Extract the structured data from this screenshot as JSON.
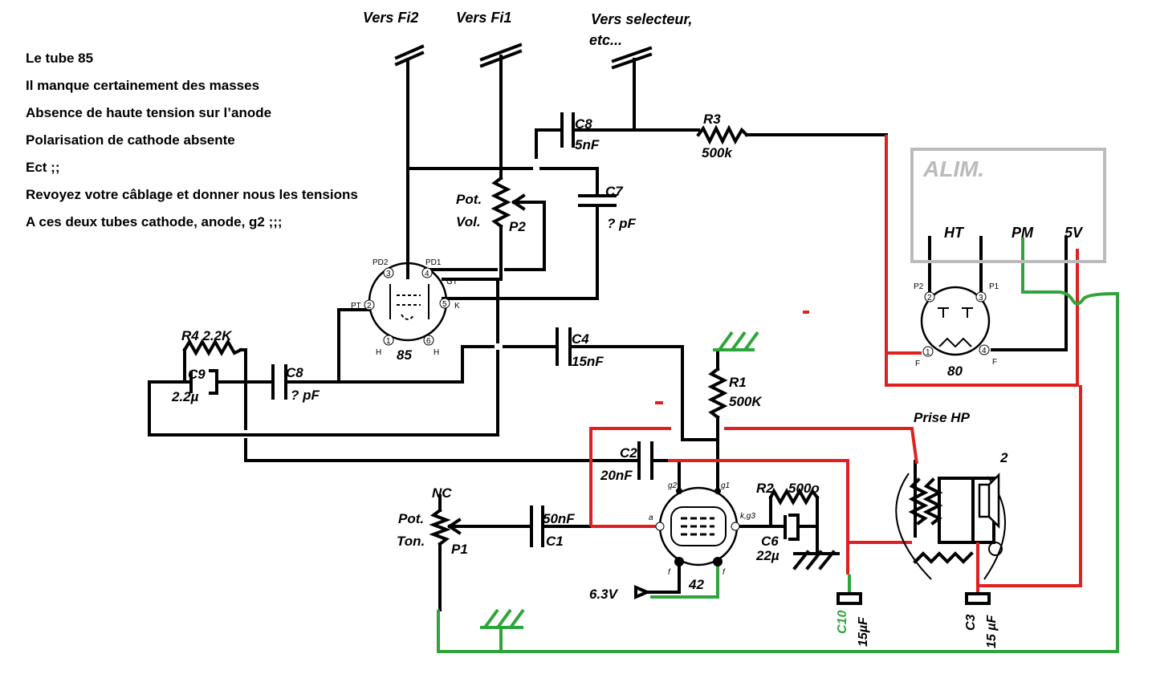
{
  "notes": [
    "Le tube 85",
    "Il manque certainement des masses",
    "Absence de haute tension sur l’anode",
    "Polarisation de cathode absente",
    "Ect ;;",
    "Revoyez votre câblage et donner nous les tensions",
    "A ces deux tubes cathode, anode, g2 ;;;"
  ],
  "colors": {
    "ink": "#000000",
    "wire_red": "#e02020",
    "wire_green": "#2ea53b",
    "box_grey": "#bbbbbb"
  },
  "labels": {
    "vers_fi2": "Vers Fi2",
    "vers_fi1": "Vers Fi1",
    "vers_selecteur": "Vers selecteur,",
    "etc": "etc...",
    "c8_top_name": "C8",
    "c8_top_value": "5nF",
    "r3_name": "R3",
    "r3_value": "500k",
    "alim": "ALIM.",
    "ht": "HT",
    "pm": "PM",
    "v5": "5V",
    "pot_vol_1": "Pot.",
    "pot_vol_2": "Vol.",
    "p2": "P2",
    "c7_name": "C7",
    "c7_value": "? pF",
    "tube85": "85",
    "tube80": "80",
    "r4": "R4 2.2K",
    "c9_name": "C9",
    "c9_value": "2.2µ",
    "c8_left_name": "C8",
    "c8_left_value": "? pF",
    "c4_name": "C4",
    "c4_value": "15nF",
    "r1_name": "R1",
    "r1_value": "500K",
    "prise_hp": "Prise HP",
    "c2_name": "C2",
    "c2_value": "20nF",
    "r2": "R2",
    "r2_value": "500o",
    "c6_name": "C6",
    "c6_value": "22µ",
    "nc": "NC",
    "pot_ton_1": "Pot.",
    "pot_ton_2": "Ton.",
    "p1": "P1",
    "c1_value": "50nF",
    "c1_name": "C1",
    "tube42": "42",
    "v63": "6.3V",
    "c10_name": "C10",
    "c10_value": "15µF",
    "c3_name": "C3",
    "c3_value": "15 µF",
    "hp_pin": "2",
    "pin_g2": "g2",
    "pin_g1": "g1",
    "pin_a": "a",
    "pin_kg3": "k,g3",
    "pin_f": "f",
    "pin_PD2": "PD2",
    "pin_PD1": "PD1",
    "pin_PT": "PT",
    "pin_GT": "GT",
    "pin_K": "K",
    "pin_H": "H",
    "pin_P2": "P2",
    "pin_P1": "P1",
    "pin_F": "F",
    "pin_n1": "1",
    "pin_n2": "2",
    "pin_n3": "3",
    "pin_n4": "4",
    "pin_n5": "5",
    "pin_n6": "6"
  }
}
